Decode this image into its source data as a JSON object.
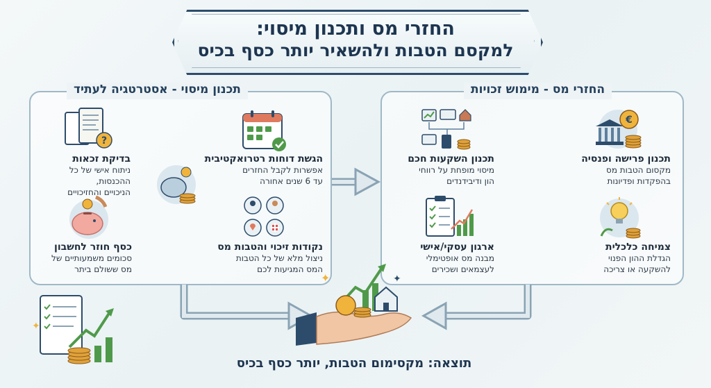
{
  "title": {
    "line1": "החזרי מס ותכנון מיסוי:",
    "line2": "למקסם הטבות ולהשאיר יותר כסף בכיס"
  },
  "left_panel": {
    "heading": "תכנון מיסוי - אסטרטגיה לעתיד",
    "items": [
      {
        "title": "הגשת דוחות רטרואקטיבית",
        "desc1": "אפשרות לקבל החזרים",
        "desc2": "עד 6 שנים אחורה",
        "icon": "calendar-check-icon"
      },
      {
        "title": "בדיקת זכאות",
        "desc1": "ניתוח אישי של כל ההכנסות,",
        "desc2": "הניכויים והחזיכויים",
        "icon": "documents-question-icon"
      },
      {
        "title": "נקודות זיכוי והטבות מס",
        "desc1": "ניצול מלא של כל הטבות",
        "desc2": "המס המגיעות לכם",
        "icon": "people-benefits-icon"
      },
      {
        "title": "כסף חוזר לחשבון",
        "desc1": "סכומים משמעותיים של",
        "desc2": "מס ששולם ביתר",
        "icon": "piggy-bank-icon"
      }
    ]
  },
  "right_panel": {
    "heading": "החזרי מס - מימוש זכויות",
    "items": [
      {
        "title": "תכנון פרישה ופנסיה",
        "desc1": "מקסום הטבות מס",
        "desc2": "בהפקדות ופדיונות",
        "icon": "bank-euro-icon"
      },
      {
        "title": "תכנון השקעות חכם",
        "desc1": "מיסוי מופחת על רווחי",
        "desc2": "הון ודיבידנדים",
        "icon": "investment-flow-icon"
      },
      {
        "title": "צמיחה כלכלית",
        "desc1": "הגדלת ההון הפנוי",
        "desc2": "להשקעה או צריכה",
        "icon": "lightbulb-growth-icon"
      },
      {
        "title": "ארגון עסקי/אישי",
        "desc1": "מבנה מס אופטימלי",
        "desc2": "לעצמאים ושכירים",
        "icon": "clipboard-chart-icon"
      }
    ]
  },
  "result": "תוצאה: מקסימום הטבות, יותר כסף בכיס",
  "colors": {
    "navy": "#1d3550",
    "border": "#9fb8c7",
    "coin": "#e0a23a",
    "green": "#4f9a4a",
    "blue": "#2f5f8f"
  }
}
